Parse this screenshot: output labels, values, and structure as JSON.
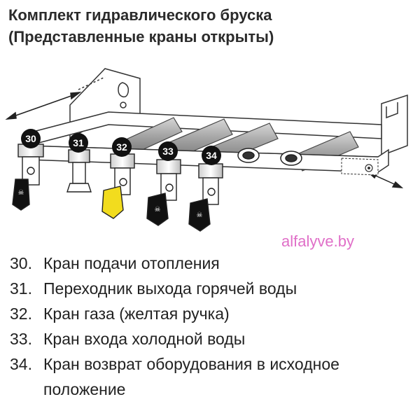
{
  "title": {
    "line1": "Комплект гидравлического бруска",
    "line2": "(Представленные краны открыты)"
  },
  "watermark": "alfalyve.by",
  "callouts": [
    "30",
    "31",
    "32",
    "33",
    "34"
  ],
  "legend": [
    {
      "num": "30.",
      "text": "Кран подачи отопления"
    },
    {
      "num": "31.",
      "text": "Переходник выхода горячей воды"
    },
    {
      "num": "32.",
      "text": "Кран газа (желтая ручка)"
    },
    {
      "num": "33.",
      "text": "Кран входа холодной воды"
    },
    {
      "num": "34.",
      "text": "Кран возврат оборудования в исходное положение"
    }
  ],
  "colors": {
    "gas_handle": "#f2dc1e",
    "handle": "#111111",
    "badge": "#111111",
    "watermark": "#e06fc8"
  }
}
